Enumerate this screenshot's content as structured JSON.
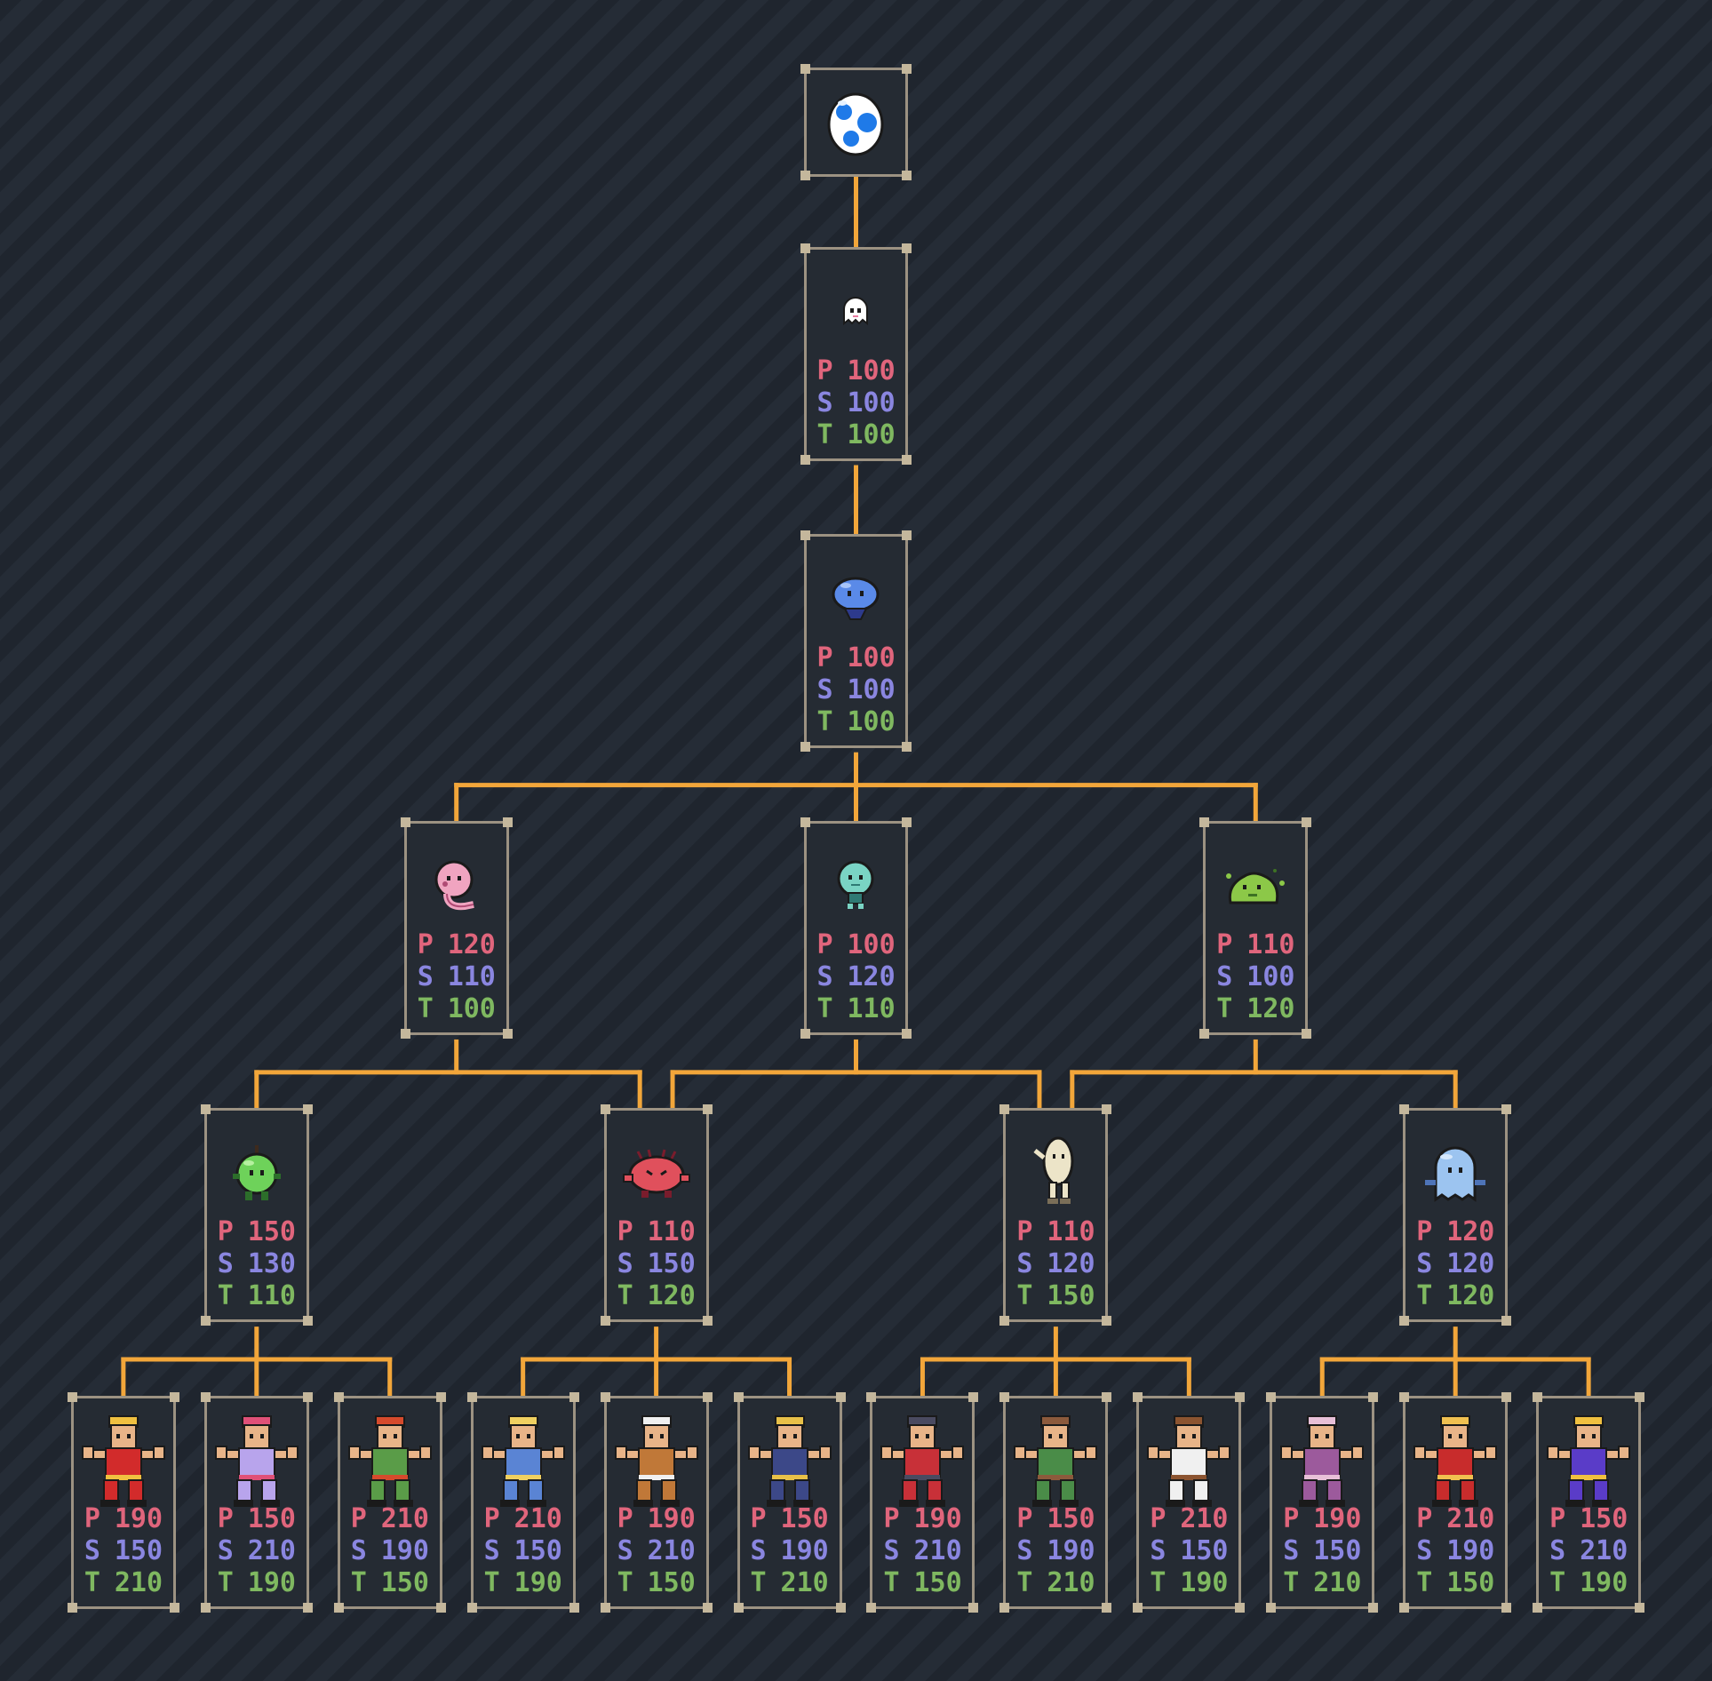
{
  "colors": {
    "background": "#1f252e",
    "stripe": "#252c36",
    "connector": "#f2a63a",
    "card_fill": "#252b33",
    "card_border": "#9c9282",
    "P": "#e0657c",
    "S": "#8a86e0",
    "T": "#7fb860"
  },
  "stat_labels": {
    "p": "P",
    "s": "S",
    "t": "T"
  },
  "nodes": [
    {
      "id": "egg",
      "icon": "egg-sprite",
      "colors": [
        "#ffffff",
        "#1f7ae8"
      ]
    },
    {
      "id": "ghost-baby",
      "icon": "white-ghost-baby-sprite",
      "colors": [
        "#ffffff",
        "#e87ba0"
      ],
      "p": "100",
      "s": "100",
      "t": "100"
    },
    {
      "id": "blue-blob",
      "icon": "blue-blob-sprite",
      "colors": [
        "#5a8ae8",
        "#2d3a8c"
      ],
      "p": "100",
      "s": "100",
      "t": "100"
    },
    {
      "id": "pink-blob",
      "icon": "pink-blob-sprite",
      "colors": [
        "#f0a4c0",
        "#b04a74"
      ],
      "p": "120",
      "s": "110",
      "t": "100"
    },
    {
      "id": "teal-blob",
      "icon": "teal-blob-sprite",
      "colors": [
        "#7ad4c4",
        "#2f7a74"
      ],
      "p": "100",
      "s": "120",
      "t": "110"
    },
    {
      "id": "green-slime",
      "icon": "green-slime-sprite",
      "colors": [
        "#8cc848",
        "#3e7224"
      ],
      "p": "110",
      "s": "100",
      "t": "120"
    },
    {
      "id": "green-sprout",
      "icon": "green-sprout-sprite",
      "colors": [
        "#6ed25a",
        "#2c6e2a"
      ],
      "p": "150",
      "s": "130",
      "t": "110"
    },
    {
      "id": "red-crab",
      "icon": "red-crab-sprite",
      "colors": [
        "#e0505c",
        "#7a1c2c"
      ],
      "p": "110",
      "s": "150",
      "t": "120"
    },
    {
      "id": "bean-man",
      "icon": "bean-creature-sprite",
      "colors": [
        "#ece4c8",
        "#7a6e58"
      ],
      "p": "110",
      "s": "120",
      "t": "150"
    },
    {
      "id": "blue-ghost",
      "icon": "blue-ghost-sprite",
      "colors": [
        "#9cc4f0",
        "#4e74b8"
      ],
      "p": "120",
      "s": "120",
      "t": "120"
    },
    {
      "id": "red-fighter",
      "icon": "red-gi-fighter-sprite",
      "colors": [
        "#d22b2b",
        "#f0c040"
      ],
      "p": "190",
      "s": "150",
      "t": "210"
    },
    {
      "id": "succubus",
      "icon": "purple-hair-succubus-sprite",
      "colors": [
        "#b8a4ec",
        "#e05078"
      ],
      "p": "150",
      "s": "210",
      "t": "190"
    },
    {
      "id": "monkey-fighter",
      "icon": "green-monkey-fighter-sprite",
      "colors": [
        "#5a9c48",
        "#d64a2c"
      ],
      "p": "210",
      "s": "190",
      "t": "150"
    },
    {
      "id": "blonde-brawler",
      "icon": "blonde-brawler-sprite",
      "colors": [
        "#5a84d4",
        "#f0d060"
      ],
      "p": "210",
      "s": "150",
      "t": "190"
    },
    {
      "id": "old-master",
      "icon": "muscular-old-master-sprite",
      "colors": [
        "#c07838",
        "#f0f0f0"
      ],
      "p": "190",
      "s": "210",
      "t": "150"
    },
    {
      "id": "navy-soldier",
      "icon": "navy-soldier-sprite",
      "colors": [
        "#3c4888",
        "#e8c048"
      ],
      "p": "150",
      "s": "190",
      "t": "210"
    },
    {
      "id": "red-scarf-fighter",
      "icon": "red-scarf-fighter-sprite",
      "colors": [
        "#c83038",
        "#4a4a60"
      ],
      "p": "190",
      "s": "210",
      "t": "150"
    },
    {
      "id": "brown-hair-fighter",
      "icon": "brown-hair-fighter-sprite",
      "colors": [
        "#4a8c48",
        "#8c5a3c"
      ],
      "p": "150",
      "s": "190",
      "t": "210"
    },
    {
      "id": "white-gi-fighter",
      "icon": "white-gi-fighter-sprite",
      "colors": [
        "#f0f0f0",
        "#8c5430"
      ],
      "p": "210",
      "s": "150",
      "t": "190"
    },
    {
      "id": "purple-brute",
      "icon": "purple-brute-sprite",
      "colors": [
        "#9c5a9c",
        "#e8c0d8"
      ],
      "p": "190",
      "s": "150",
      "t": "210"
    },
    {
      "id": "blonde-kickboxer",
      "icon": "blonde-kickboxer-sprite",
      "colors": [
        "#c82c2c",
        "#f0c050"
      ],
      "p": "210",
      "s": "190",
      "t": "150"
    },
    {
      "id": "armored-knight",
      "icon": "purple-armored-knight-sprite",
      "colors": [
        "#5a3cc8",
        "#f0c040"
      ],
      "p": "150",
      "s": "210",
      "t": "190"
    }
  ]
}
